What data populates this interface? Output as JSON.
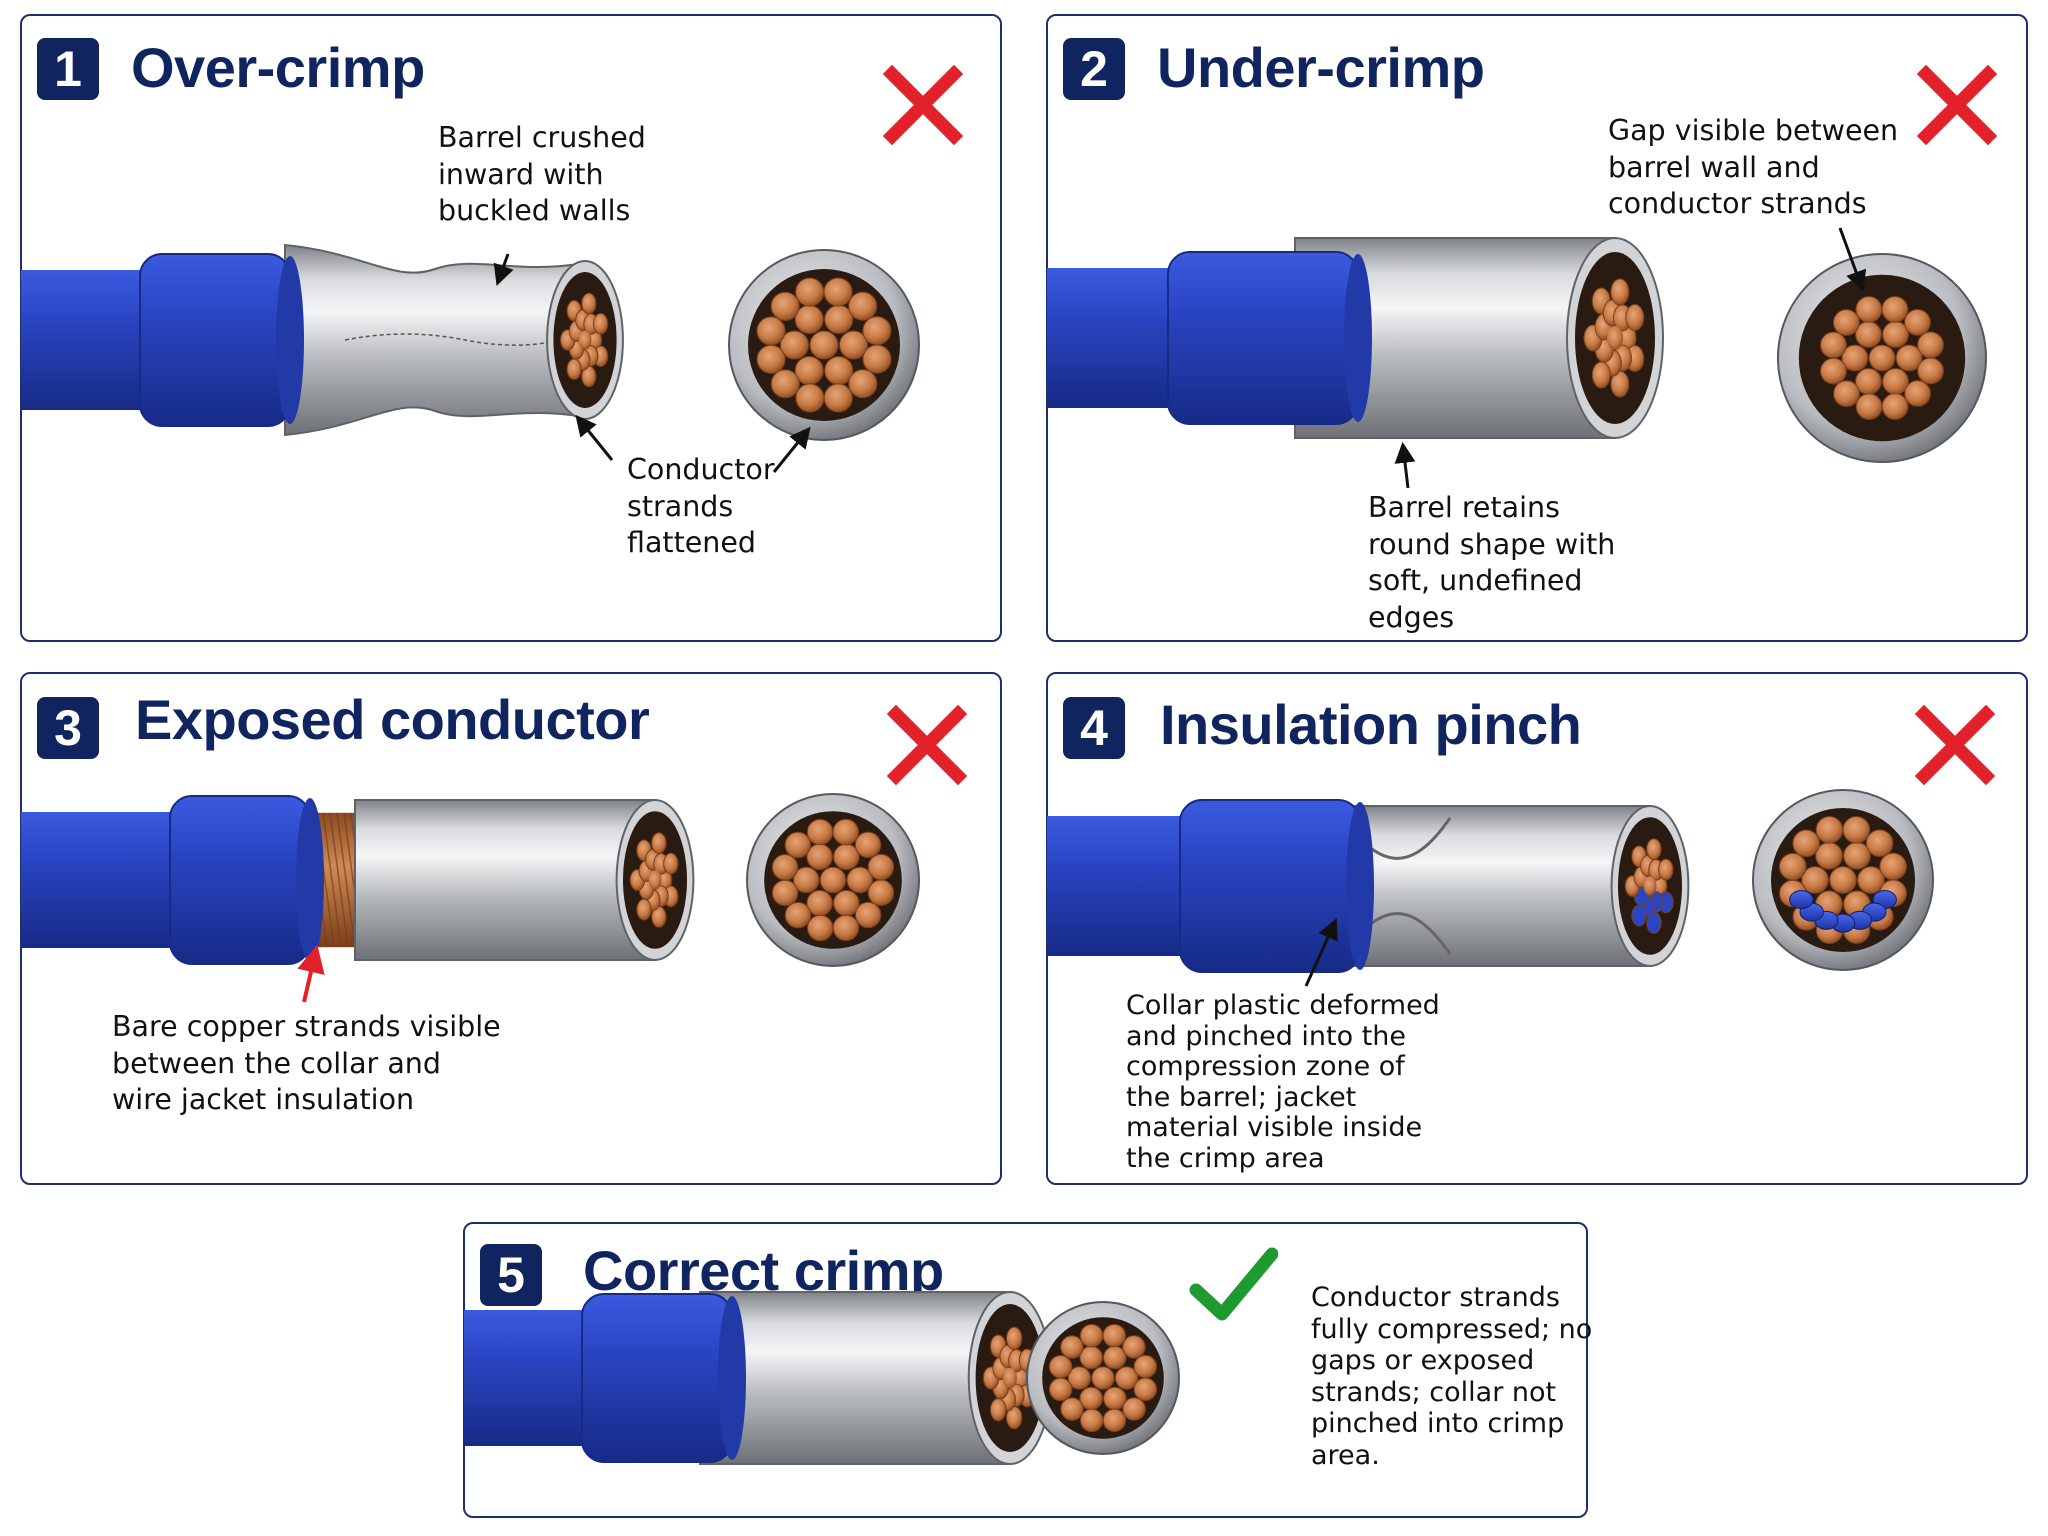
{
  "panels": [
    {
      "number": "1",
      "title": "Over-crimp",
      "status": "incorrect",
      "callouts": [
        [
          "Barrel crushed",
          "inward with",
          "buckled walls"
        ],
        [
          "Conductor",
          "strands",
          "flattened"
        ]
      ]
    },
    {
      "number": "2",
      "title": "Under-crimp",
      "status": "incorrect",
      "callouts": [
        [
          "Gap visible between",
          "barrel wall and",
          "conductor strands"
        ],
        [
          "Barrel retains",
          "round shape with",
          "soft, undefined",
          "edges"
        ]
      ]
    },
    {
      "number": "3",
      "title": "Exposed conductor",
      "status": "incorrect",
      "callouts": [
        [
          "Bare copper strands visible",
          "between the collar and",
          "wire jacket insulation"
        ]
      ]
    },
    {
      "number": "4",
      "title": "Insulation pinch",
      "status": "incorrect",
      "callouts": [
        [
          "Collar plastic deformed",
          "and pinched into the",
          "compression zone of",
          "the barrel; jacket",
          "material visible inside",
          "the crimp area"
        ]
      ]
    },
    {
      "number": "5",
      "title": "Correct crimp",
      "status": "correct",
      "callouts": [
        [
          "Conductor strands",
          "fully compressed; no",
          "gaps or exposed",
          "strands; collar not",
          "pinched into crimp",
          "area."
        ]
      ]
    }
  ],
  "icons": {
    "incorrect": "x-mark-icon",
    "correct": "check-mark-icon"
  },
  "colors": {
    "navy": "#10255f",
    "insulation_blue": "#2a45c4",
    "copper": "#c77a45",
    "steel": "#b9bcc1",
    "wrong_red": "#e3212b",
    "correct_green": "#1f9a2e",
    "arrow_red": "#e3212b"
  }
}
